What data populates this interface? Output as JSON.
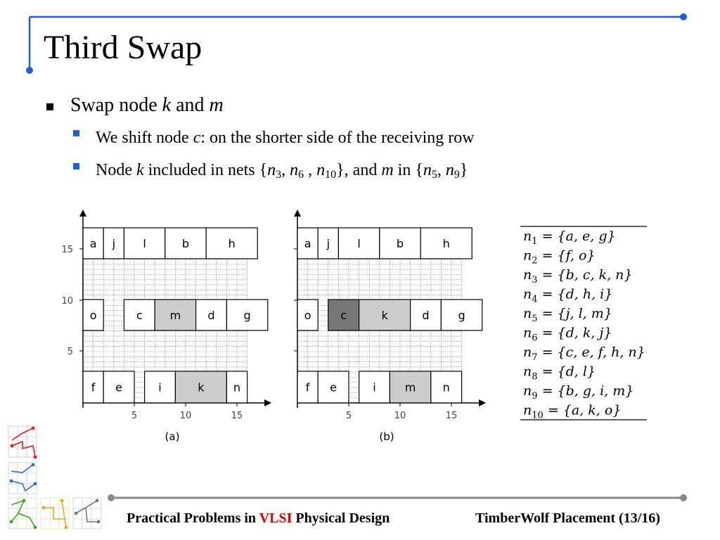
{
  "slide": {
    "title": "Third Swap",
    "bullet_main": {
      "prefix": "Swap node ",
      "k": "k",
      "and": " and ",
      "m": "m"
    },
    "sub1": {
      "prefix": "We shift node ",
      "c": "c",
      "suffix": ": on the shorter side of the receiving row"
    },
    "sub2": {
      "p1": "Node ",
      "k": "k",
      "p2": " included in nets {",
      "n": "n",
      "s3": "3",
      "s6": "6",
      "s10": "10",
      "p3": "}, and ",
      "m": "m",
      "p4": " in {",
      "s5": "5",
      "s9": "9",
      "p5": "}",
      "comma": ", ",
      "comma2": " , "
    }
  },
  "diagram_a": {
    "caption": "(a)",
    "x_ticks": [
      "5",
      "10",
      "15"
    ],
    "y_ticks": [
      "5",
      "10",
      "15"
    ],
    "rows": [
      {
        "cells": [
          "a",
          "j",
          "l",
          "b",
          "h"
        ]
      },
      {
        "cells": [
          "o",
          "c",
          "m",
          "d",
          "g"
        ],
        "highlight": [
          "m"
        ]
      },
      {
        "cells": [
          "f",
          "e",
          "i",
          "k",
          "n"
        ],
        "highlight": [
          "k"
        ]
      }
    ]
  },
  "diagram_b": {
    "caption": "(b)",
    "x_ticks": [
      "5",
      "10",
      "15"
    ],
    "rows": [
      {
        "cells": [
          "a",
          "j",
          "l",
          "b",
          "h"
        ]
      },
      {
        "cells": [
          "o",
          "c",
          "k",
          "d",
          "g"
        ],
        "highlight": [
          "k"
        ],
        "dark": [
          "c"
        ]
      },
      {
        "cells": [
          "f",
          "e",
          "i",
          "m",
          "n"
        ],
        "highlight": [
          "m"
        ]
      }
    ]
  },
  "nets": [
    {
      "name": "n",
      "sub": "1",
      "members": "{a, e, g}"
    },
    {
      "name": "n",
      "sub": "2",
      "members": "{f, o}"
    },
    {
      "name": "n",
      "sub": "3",
      "members": "{b, c, k, n}"
    },
    {
      "name": "n",
      "sub": "4",
      "members": "{d, h, i}"
    },
    {
      "name": "n",
      "sub": "5",
      "members": "{j, l, m}"
    },
    {
      "name": "n",
      "sub": "6",
      "members": "{d, k, j}"
    },
    {
      "name": "n",
      "sub": "7",
      "members": "{c, e, f, h, n}"
    },
    {
      "name": "n",
      "sub": "8",
      "members": "{d, l}"
    },
    {
      "name": "n",
      "sub": "9",
      "members": "{b, g, i, m}"
    },
    {
      "name": "n",
      "sub": "10",
      "members": "{a, k, o}"
    }
  ],
  "nets_eq": "=",
  "footer": {
    "left_prefix": "Practical Problems in ",
    "left_highlight": "VLSI",
    "left_suffix": " Physical Design",
    "right": "TimberWolf Placement (13/16)"
  },
  "colors": {
    "accent_blue": "#1d5fd8",
    "vlsi_red": "#e00000",
    "cell_highlight": "#cccccc",
    "cell_dark": "#777777",
    "footer_line": "#888888"
  }
}
